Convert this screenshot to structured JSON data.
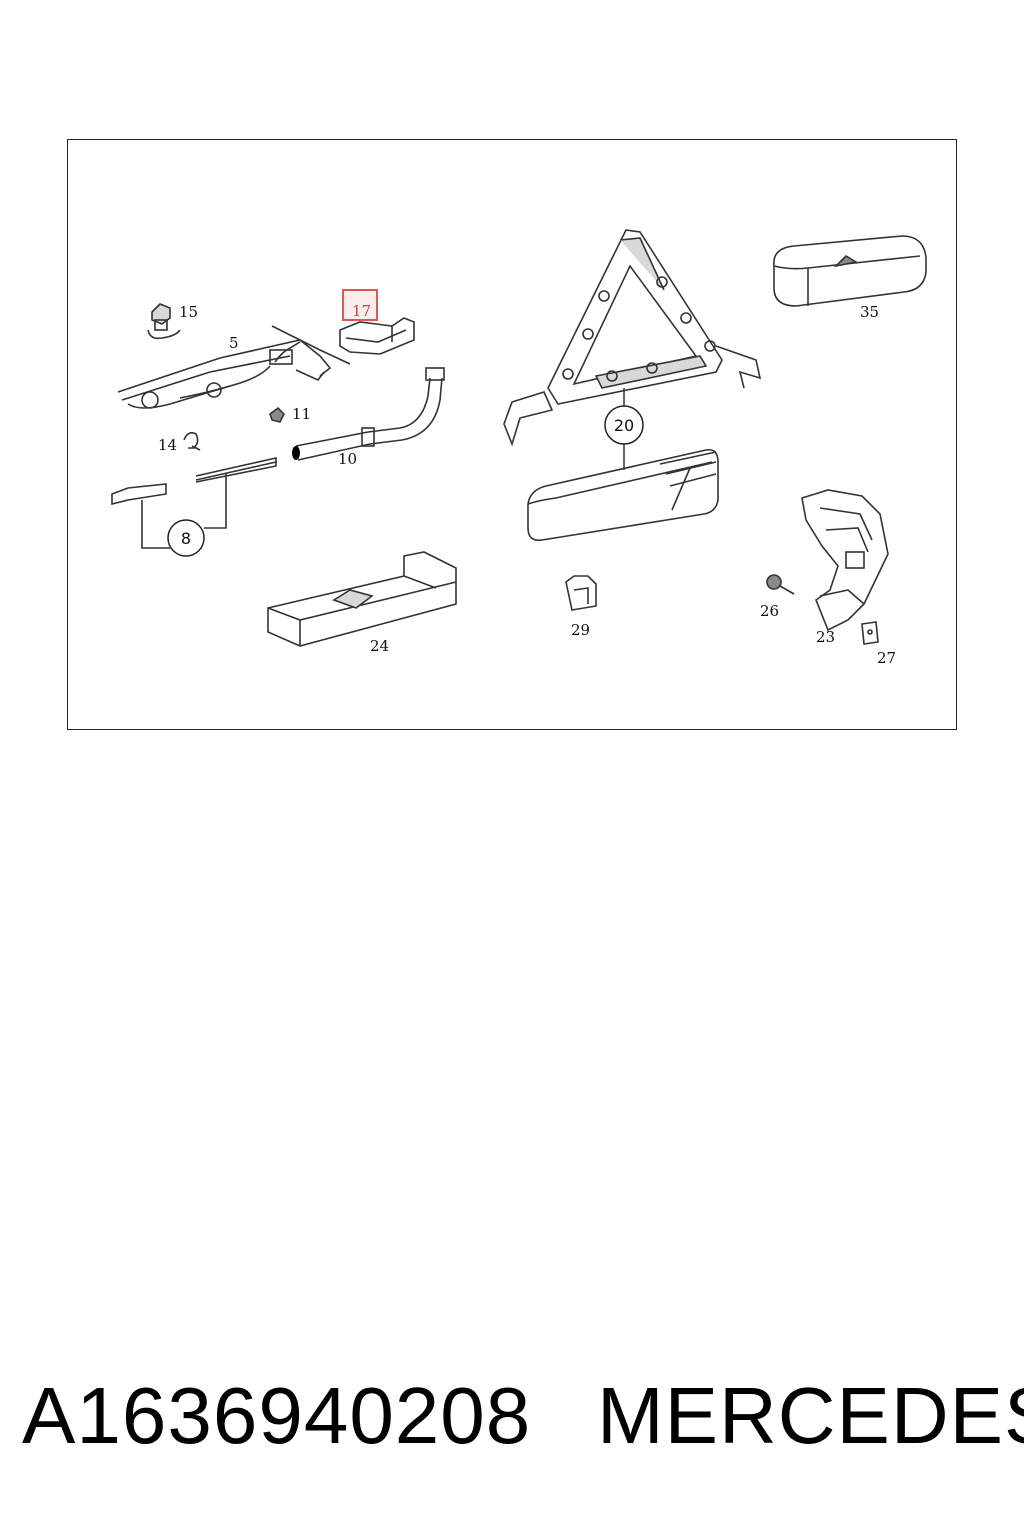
{
  "labels": {
    "p5": "5",
    "p8": "8",
    "p10": "10",
    "p11": "11",
    "p14": "14",
    "p15": "15",
    "p17": "17",
    "p20": "20",
    "p23": "23",
    "p24": "24",
    "p26": "26",
    "p27": "27",
    "p29": "29",
    "p35": "35"
  },
  "highlighted_label": "17",
  "highlight_color": "#e05555",
  "footer": {
    "part_number": "A1636940208",
    "brand": "MERCEDES"
  }
}
